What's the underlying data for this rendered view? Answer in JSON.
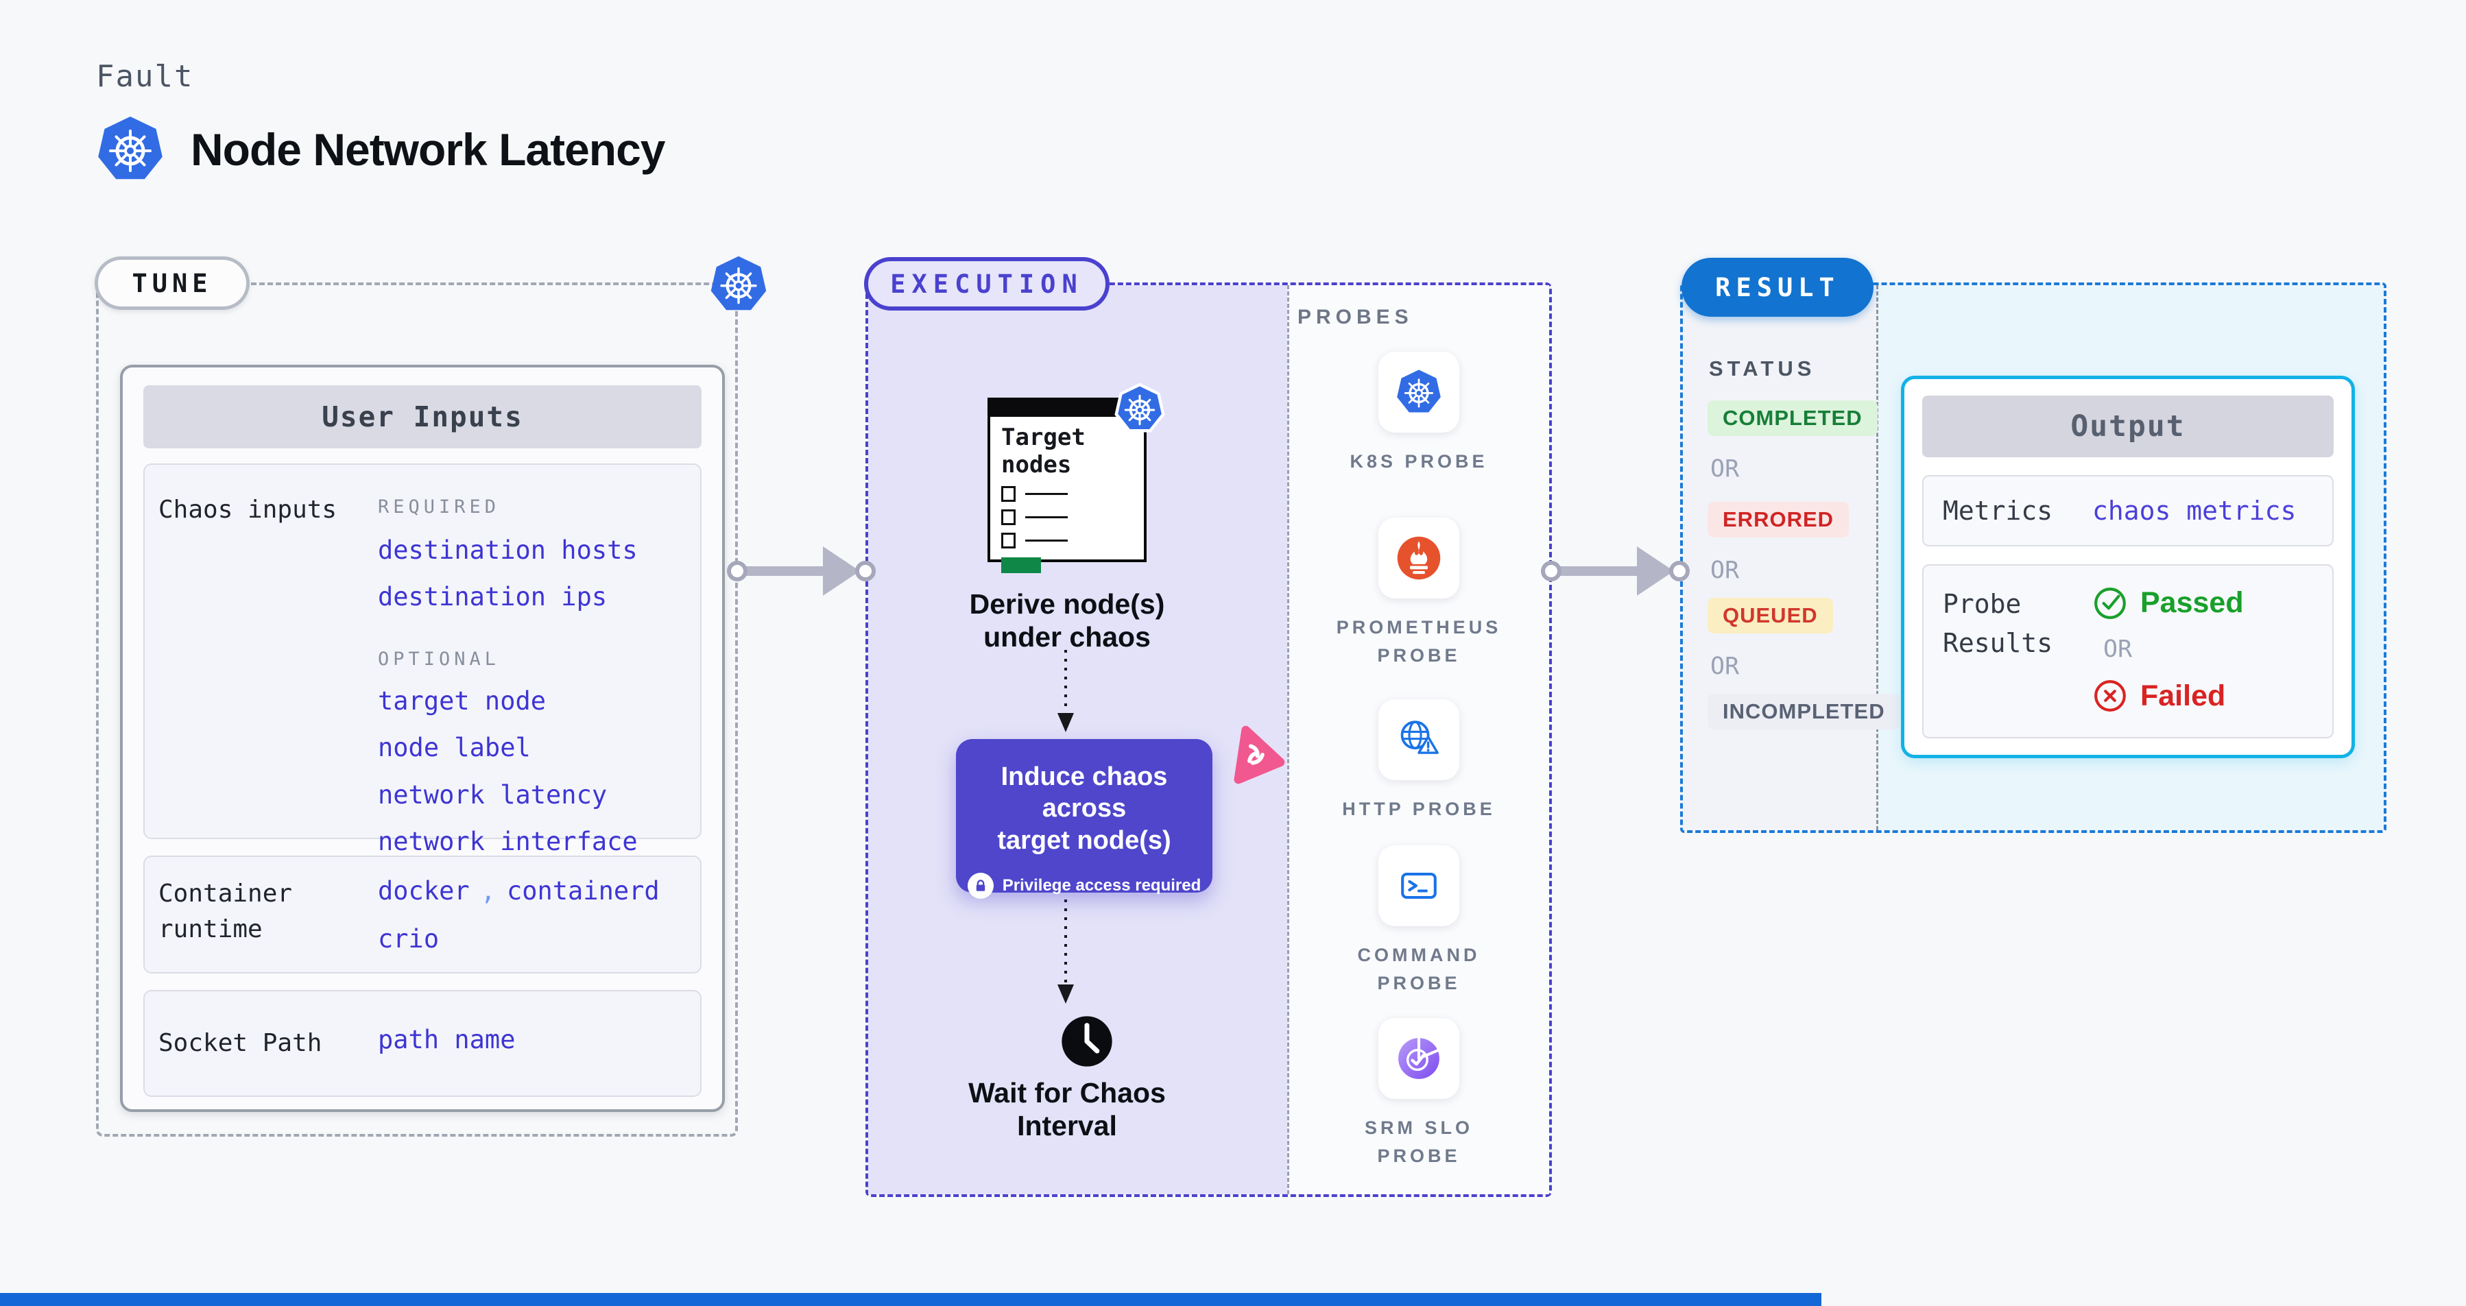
{
  "header": {
    "kicker": "Fault",
    "title": "Node Network Latency",
    "icon": "kubernetes-icon"
  },
  "shared": {
    "or": "OR"
  },
  "tune": {
    "label": "TUNE",
    "panel_title": "User Inputs",
    "chaos_inputs": {
      "label": "Chaos inputs",
      "required_label": "REQUIRED",
      "required_values": [
        "destination hosts",
        "destination ips"
      ],
      "optional_label": "OPTIONAL",
      "optional_values": [
        "target node",
        "node label",
        "network latency",
        "network interface"
      ]
    },
    "container_runtime": {
      "label": "Container runtime",
      "separator": ",",
      "values": [
        "docker",
        "containerd",
        "crio"
      ]
    },
    "socket_path": {
      "label": "Socket Path",
      "value": "path name"
    }
  },
  "execution": {
    "label": "EXECUTION",
    "target_card": {
      "title": "Target nodes",
      "icon": "kubernetes-icon"
    },
    "derive_caption": {
      "line1": "Derive node(s)",
      "line2": "under chaos"
    },
    "induce": {
      "line1": "Induce chaos across",
      "line2": "target node(s)",
      "badge": "Privilege access required",
      "badge_icon": "lock-icon",
      "corner_icon": "litmus-chaos-icon",
      "accent_color": "#4f46cb"
    },
    "wait_caption": {
      "line1": "Wait for Chaos",
      "line2": "Interval",
      "icon": "clock-icon"
    },
    "probes": {
      "title": "PROBES",
      "items": [
        {
          "label": "K8S PROBE",
          "icon": "kubernetes-icon"
        },
        {
          "label": "PROMETHEUS PROBE",
          "icon": "prometheus-icon"
        },
        {
          "label": "HTTP PROBE",
          "icon": "http-globe-icon"
        },
        {
          "label": "COMMAND PROBE",
          "icon": "terminal-icon"
        },
        {
          "label": "SRM SLO PROBE",
          "icon": "srm-slo-icon"
        }
      ]
    }
  },
  "result": {
    "label": "RESULT",
    "status": {
      "title": "STATUS",
      "items": [
        {
          "text": "COMPLETED",
          "fg": "#177e37",
          "bg": "#dcf3dc"
        },
        {
          "text": "ERRORED",
          "fg": "#d02424",
          "bg": "#fbe6e6"
        },
        {
          "text": "QUEUED",
          "fg": "#d1372c",
          "bg": "#faeec2"
        },
        {
          "text": "INCOMPLETED",
          "fg": "#596274",
          "bg": "#eceef4"
        }
      ]
    },
    "output": {
      "title": "Output",
      "metrics_label": "Metrics",
      "metrics_value": "chaos metrics",
      "probe_results_label": "Probe Results",
      "passed": "Passed",
      "failed": "Failed",
      "passed_color": "#18a02b",
      "failed_color": "#d92323",
      "border_color": "#12b2e6"
    }
  },
  "colors": {
    "kubernetes_blue": "#326ce5",
    "indigo_accent": "#4a41ce",
    "result_blue": "#1273d0",
    "link_blue": "#3e35d3",
    "litmus_pink": "#f1588f",
    "prometheus_orange": "#e6522c"
  }
}
